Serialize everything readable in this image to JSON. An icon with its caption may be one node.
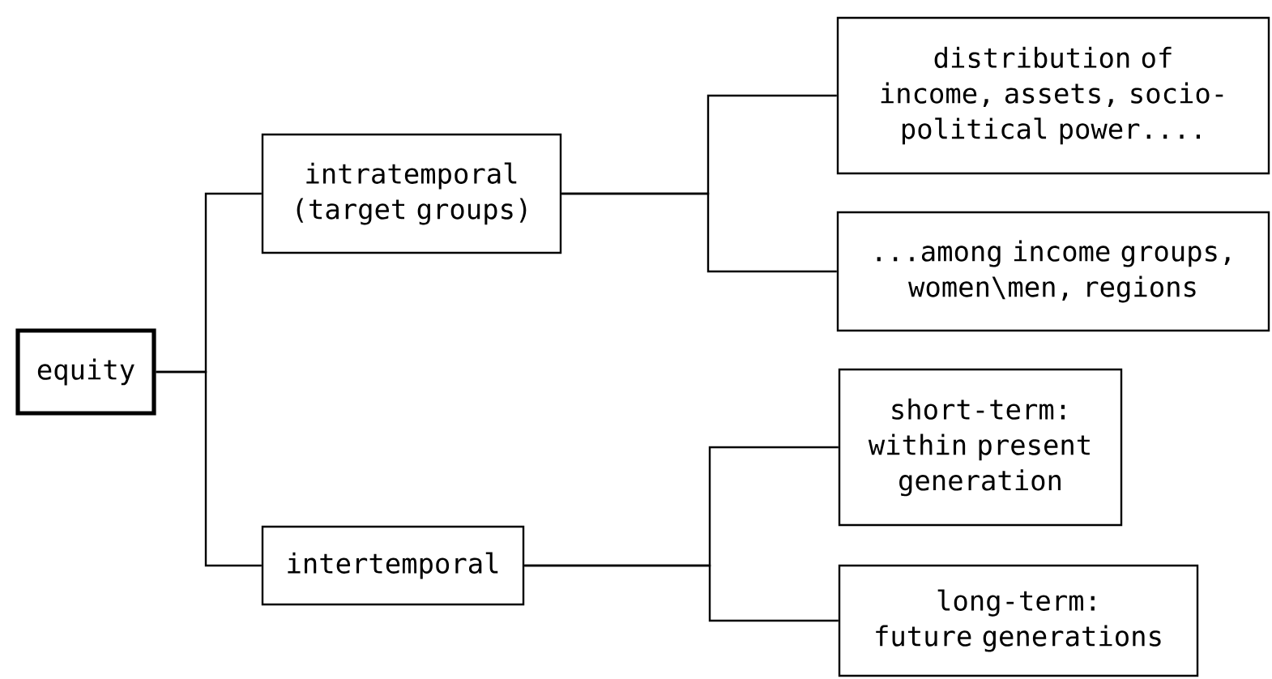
{
  "diagram": {
    "nodes": [
      {
        "text": [
          "equity"
        ]
      },
      {
        "text": [
          "intratemporal (target groups)"
        ]
      },
      {
        "text": [
          "intertemporal"
        ]
      },
      {
        "text": [
          "distribution of income, assets, socio-political power...."
        ]
      },
      {
        "text": [
          "...among income groups, women\\men, regions"
        ]
      },
      {
        "text": [
          "short-term:",
          "within present generation"
        ]
      },
      {
        "text": [
          "long-term:",
          "future generations"
        ]
      }
    ],
    "edges": [
      {
        "from": 0,
        "to": 1,
        "arrow": "none"
      },
      {
        "from": 0,
        "to": 2,
        "arrow": "none"
      },
      {
        "from": 1,
        "to": 3,
        "arrow": "none"
      },
      {
        "from": 1,
        "to": 4,
        "arrow": "none"
      },
      {
        "from": 2,
        "to": 5,
        "arrow": "none"
      },
      {
        "from": 2,
        "to": 6,
        "arrow": "none"
      }
    ]
  }
}
